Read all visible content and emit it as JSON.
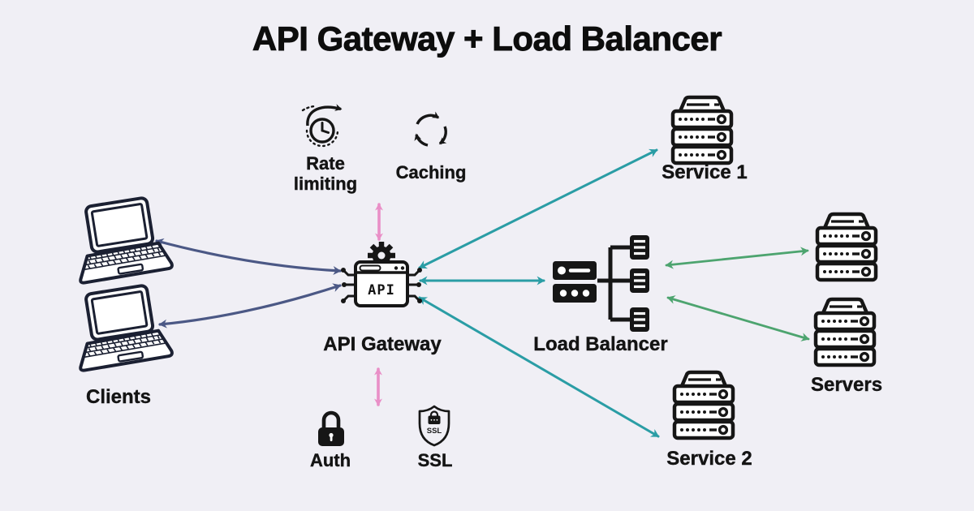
{
  "title": "API Gateway + Load Balancer",
  "colors": {
    "background": "#f0eff5",
    "ink": "#161616",
    "client_arrow": "#4b5885",
    "gateway_arrow": "#2a9da5",
    "server_arrow": "#4da46f",
    "feature_arrow": "#e98fc7"
  },
  "nodes": {
    "clients": {
      "label": "Clients",
      "icon": "laptop-icon",
      "count": 2
    },
    "api_gateway": {
      "label": "API Gateway",
      "chip_text": "API",
      "icon": "api-gateway-chip-icon"
    },
    "load_balancer": {
      "label": "Load Balancer",
      "icon": "load-balancer-icon"
    },
    "service1": {
      "label": "Service 1",
      "icon": "server-stack-icon"
    },
    "service2": {
      "label": "Service 2",
      "icon": "server-stack-icon"
    },
    "servers": {
      "label": "Servers",
      "icon": "server-stack-icon",
      "count": 2
    }
  },
  "features": {
    "rate_limiting": {
      "label": "Rate limiting",
      "icon": "rate-limit-clock-icon"
    },
    "caching": {
      "label": "Caching",
      "icon": "sync-arrows-icon"
    },
    "auth": {
      "label": "Auth",
      "icon": "padlock-icon"
    },
    "ssl": {
      "label": "SSL",
      "badge_text": "SSL",
      "icon": "ssl-shield-icon"
    }
  },
  "connections": [
    {
      "from": "Clients (laptop 1)",
      "to": "API Gateway",
      "style": "curved double arrow",
      "color": "#4b5885"
    },
    {
      "from": "Clients (laptop 2)",
      "to": "API Gateway",
      "style": "curved double arrow",
      "color": "#4b5885"
    },
    {
      "from": "Rate limiting / Caching",
      "to": "API Gateway",
      "style": "vertical double arrow",
      "color": "#e98fc7"
    },
    {
      "from": "API Gateway",
      "to": "Auth / SSL",
      "style": "vertical double arrow",
      "color": "#e98fc7"
    },
    {
      "from": "API Gateway",
      "to": "Service 1",
      "style": "double arrow",
      "color": "#2a9da5"
    },
    {
      "from": "API Gateway",
      "to": "Load Balancer",
      "style": "double arrow",
      "color": "#2a9da5"
    },
    {
      "from": "API Gateway",
      "to": "Service 2",
      "style": "double arrow",
      "color": "#2a9da5"
    },
    {
      "from": "Load Balancer",
      "to": "Servers (top stack)",
      "style": "double arrow",
      "color": "#4da46f"
    },
    {
      "from": "Load Balancer",
      "to": "Servers (bottom stack)",
      "style": "double arrow",
      "color": "#4da46f"
    }
  ]
}
